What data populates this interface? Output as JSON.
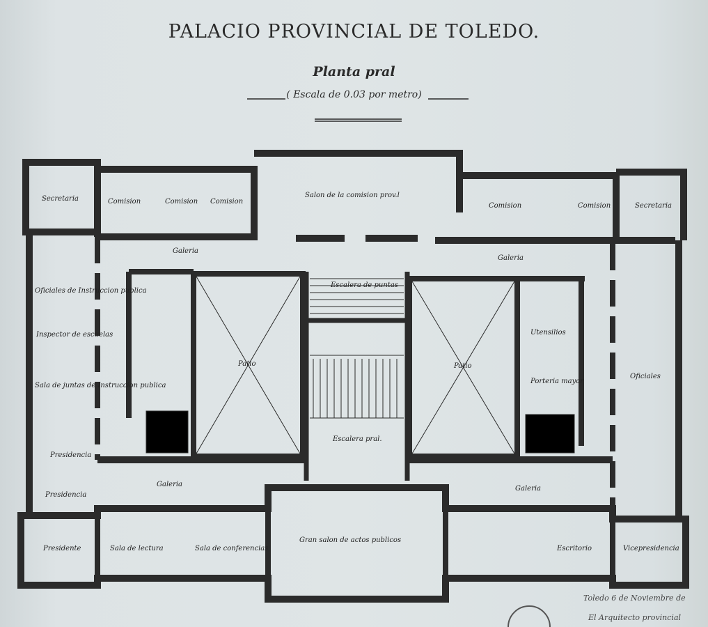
{
  "header": {
    "title": "PALACIO PROVINCIAL DE TOLEDO.",
    "subtitle": "Planta pral",
    "scale": "( Escala de 0.03 por metro)"
  },
  "rooms": {
    "secretaria_left": "Secretaria",
    "comision_1": "Comision",
    "comision_2": "Comision",
    "comision_3": "Comision",
    "salon_comision": "Salon de la comision prov.l",
    "comision_4": "Comision",
    "comision_5": "Comision",
    "secretaria_right": "Secretaria",
    "galeria_top_left": "Galeria",
    "galeria_top_right": "Galeria",
    "galeria_bottom_left": "Galeria",
    "galeria_bottom_right": "Galeria",
    "oficiales_instruccion": "Oficiales de Instruccion publica",
    "inspector": "Inspector de escuelas",
    "sala_juntas": "Sala de juntas de Instruccion publica",
    "presidencia_1": "Presidencia",
    "presidencia_2": "Presidencia",
    "presidente": "Presidente",
    "sala_lectura": "Sala de lectura",
    "sala_conferencias": "Sala de conferencias",
    "gran_salon": "Gran salon de actos publicos",
    "escritorio": "Escritorio",
    "vicepresidencia": "Vicepresidencia",
    "patio_left": "Patio",
    "patio_right": "Patio",
    "escalera_puntas": "Escalera de puntas",
    "escalera_pral": "Escalera pral.",
    "utensilios": "Utensilios",
    "porteria": "Porteria mayor",
    "oficiales": "Oficiales"
  },
  "signature": {
    "line1": "Toledo 6 de Noviembre de",
    "line2": "El Arquitecto provincial"
  },
  "colors": {
    "paper": "#dfe5e6",
    "ink": "#2b2b2b"
  }
}
